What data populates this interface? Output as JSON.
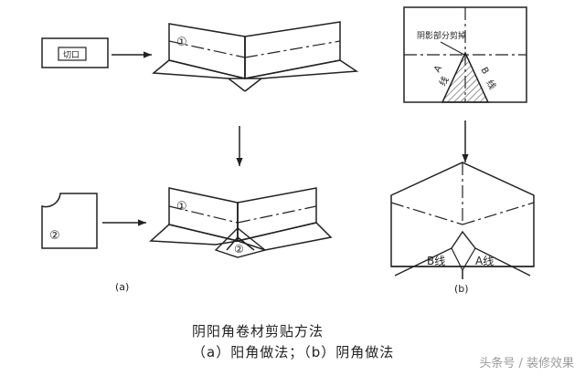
{
  "diagram": {
    "title": "阴阳角卷材剪贴方法",
    "subtitle": "（a）阳角做法；（b）阴角做法",
    "label_a": "(a)",
    "label_b": "(b)",
    "cut_label": "切口",
    "marker_1": "①",
    "marker_2": "②",
    "shaded_label": "阴影部分剪掉",
    "a_line": "A线",
    "b_line": "B线",
    "a_char": "A",
    "line_char": "线",
    "b_char": "B"
  },
  "watermark": "头条号 / 装修效果"
}
